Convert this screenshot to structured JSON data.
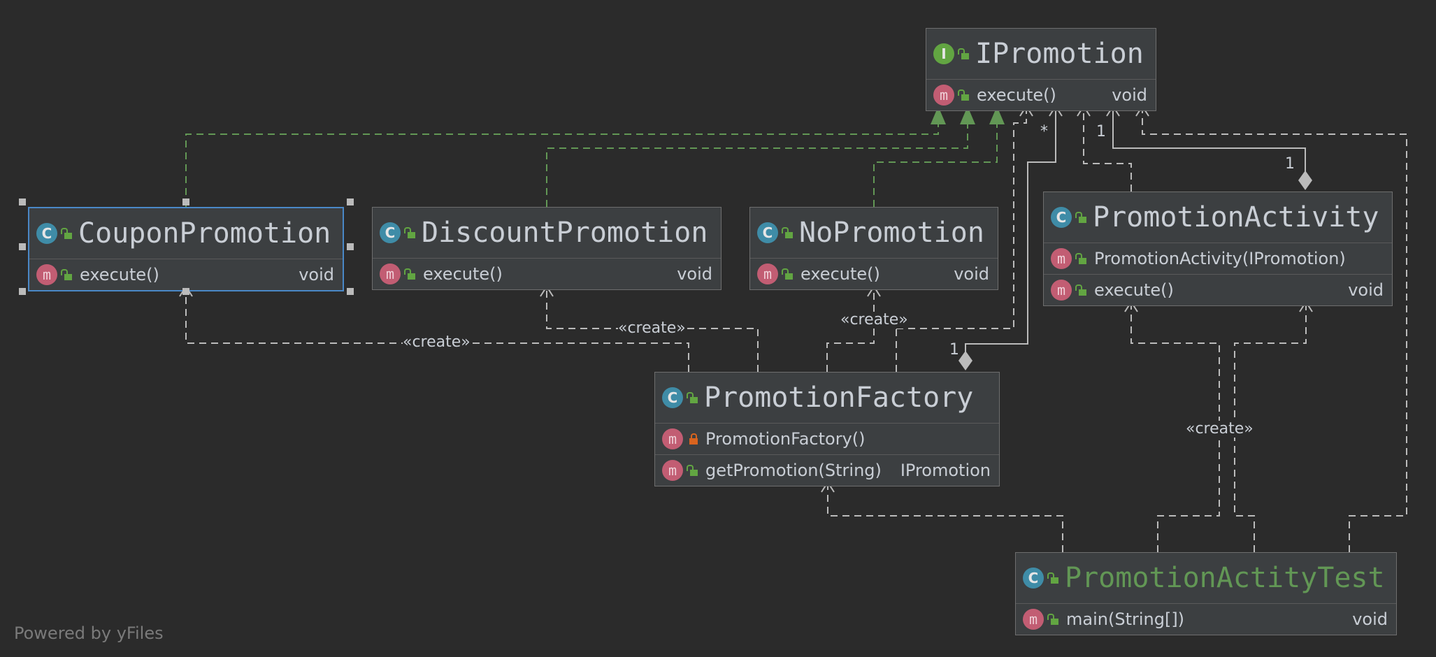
{
  "classes": {
    "ipromotion": {
      "name": "IPromotion",
      "kind_icon": "I",
      "methods": [
        {
          "icon": "m",
          "name": "execute()",
          "ret": "void"
        }
      ]
    },
    "coupon": {
      "name": "CouponPromotion",
      "kind_icon": "C",
      "methods": [
        {
          "icon": "m",
          "name": "execute()",
          "ret": "void"
        }
      ]
    },
    "discount": {
      "name": "DiscountPromotion",
      "kind_icon": "C",
      "methods": [
        {
          "icon": "m",
          "name": "execute()",
          "ret": "void"
        }
      ]
    },
    "nopromo": {
      "name": "NoPromotion",
      "kind_icon": "C",
      "methods": [
        {
          "icon": "m",
          "name": "execute()",
          "ret": "void"
        }
      ]
    },
    "activity": {
      "name": "PromotionActivity",
      "kind_icon": "C",
      "methods": [
        {
          "icon": "m",
          "name": "PromotionActivity(IPromotion)",
          "ret": ""
        },
        {
          "icon": "m",
          "name": "execute()",
          "ret": "void"
        }
      ]
    },
    "factory": {
      "name": "PromotionFactory",
      "kind_icon": "C",
      "methods": [
        {
          "icon": "m",
          "name": "PromotionFactory()",
          "ret": ""
        },
        {
          "icon": "m",
          "name": "getPromotion(String)",
          "ret": "IPromotion"
        }
      ]
    },
    "test": {
      "name": "PromotionActityTest",
      "kind_icon": "C",
      "methods": [
        {
          "icon": "m",
          "name": "main(String[])",
          "ret": "void"
        }
      ]
    }
  },
  "labels": {
    "create_coupon": "«create»",
    "create_discount": "«create»",
    "create_nopromo": "«create»",
    "create_activity": "«create»",
    "mult_star": "*",
    "mult_one_ip": "1",
    "mult_one_act": "1",
    "mult_one_fac": "1"
  },
  "footer": "Powered by yFiles",
  "colors": {
    "background": "#2b2b2b",
    "implements_edge": "#629755",
    "dependency_edge": "#bbbbbb",
    "selection": "#4a88c7"
  }
}
